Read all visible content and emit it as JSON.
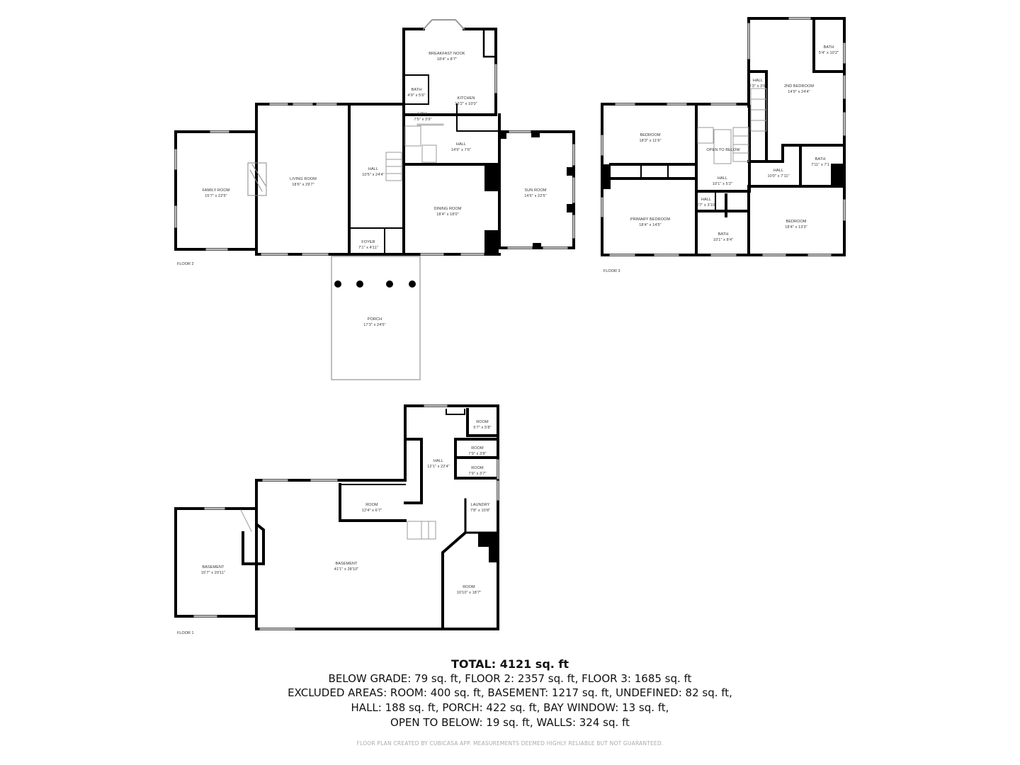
{
  "floors": [
    {
      "id": "floor-2",
      "label": "FLOOR 2",
      "rooms": [
        {
          "name": "FAMILY ROOM",
          "dims": "15'7\" x 22'5\""
        },
        {
          "name": "LIVING ROOM",
          "dims": "18'6\" x 29'7\""
        },
        {
          "name": "BREAKFAST NOOK",
          "dims": "18'4\" x 8'7\""
        },
        {
          "name": "BATH",
          "dims": "4'9\" x 5'6\""
        },
        {
          "name": "KITCHEN",
          "dims": "13'2\" x 10'0\""
        },
        {
          "name": "HALL",
          "dims": "7'5\" x 3'9\""
        },
        {
          "name": "HALL",
          "dims": "14'9\" x 7'6\""
        },
        {
          "name": "HALL",
          "dims": "10'5\" x 24'4\""
        },
        {
          "name": "DINING ROOM",
          "dims": "18'4\" x 18'0\""
        },
        {
          "name": "SUN ROOM",
          "dims": "14'6\" x 22'5\""
        },
        {
          "name": "FOYER",
          "dims": "7'1\" x 4'11\""
        },
        {
          "name": "PORCH",
          "dims": "17'3\" x 24'5\""
        }
      ]
    },
    {
      "id": "floor-3",
      "label": "FLOOR 3",
      "rooms": [
        {
          "name": "BEDROOM",
          "dims": "18'3\" x 11'6\""
        },
        {
          "name": "OPEN TO BELOW",
          "dims": ""
        },
        {
          "name": "HALL",
          "dims": "10'1\" x 5'2\""
        },
        {
          "name": "HALL",
          "dims": "3'7\" x 3'10\""
        },
        {
          "name": "PRIMARY BEDROOM",
          "dims": "18'4\" x 14'5\""
        },
        {
          "name": "BATH",
          "dims": "10'1\" x 8'4\""
        },
        {
          "name": "BATH",
          "dims": "5'4\" x 10'2\""
        },
        {
          "name": "HALL",
          "dims": "3'3\" x 3'6\""
        },
        {
          "name": "2ND BEDROOM",
          "dims": "14'9\" x 24'4\""
        },
        {
          "name": "HALL",
          "dims": "10'0\" x 7'11\""
        },
        {
          "name": "BATH",
          "dims": "7'11\" x 7'1"
        },
        {
          "name": "BEDROOM",
          "dims": "18'4\" x 13'3\""
        }
      ]
    },
    {
      "id": "floor-1",
      "label": "FLOOR 1",
      "rooms": [
        {
          "name": "ROOM",
          "dims": "5'7\" x 5'8\""
        },
        {
          "name": "ROOM",
          "dims": "7'9\" x 3'8\""
        },
        {
          "name": "ROOM",
          "dims": "7'9\" x 3'7\""
        },
        {
          "name": "HALL",
          "dims": "12'1\" x 22'4\""
        },
        {
          "name": "LAUNDRY",
          "dims": "7'8\" x 10'8\""
        },
        {
          "name": "ROOM",
          "dims": "12'4\" x 6'7\""
        },
        {
          "name": "BASEMENT",
          "dims": "15'7\" x 20'11\""
        },
        {
          "name": "BASEMENT",
          "dims": "41'1\" x 28'10\""
        },
        {
          "name": "ROOM",
          "dims": "10'10\" x 18'7\""
        }
      ]
    }
  ],
  "summary": {
    "total": "TOTAL: 4121 sq. ft",
    "lines": [
      "BELOW GRADE: 79 sq. ft, FLOOR 2: 2357 sq. ft, FLOOR 3: 1685 sq. ft",
      "EXCLUDED AREAS: ROOM: 400 sq. ft, BASEMENT: 1217 sq. ft, UNDEFINED: 82 sq. ft,",
      "HALL: 188 sq. ft, PORCH: 422 sq. ft, BAY WINDOW: 13 sq. ft,",
      "OPEN TO BELOW: 19 sq. ft, WALLS: 324 sq. ft"
    ]
  },
  "footer": "FLOOR PLAN CREATED BY CUBICASA APP. MEASUREMENTS DEEMED HIGHLY RELIABLE BUT NOT GUARANTEED.",
  "colors": {
    "wall": "#000000",
    "window": "#bbbbbb",
    "text": "#333333",
    "footer": "#aaaaaa"
  }
}
